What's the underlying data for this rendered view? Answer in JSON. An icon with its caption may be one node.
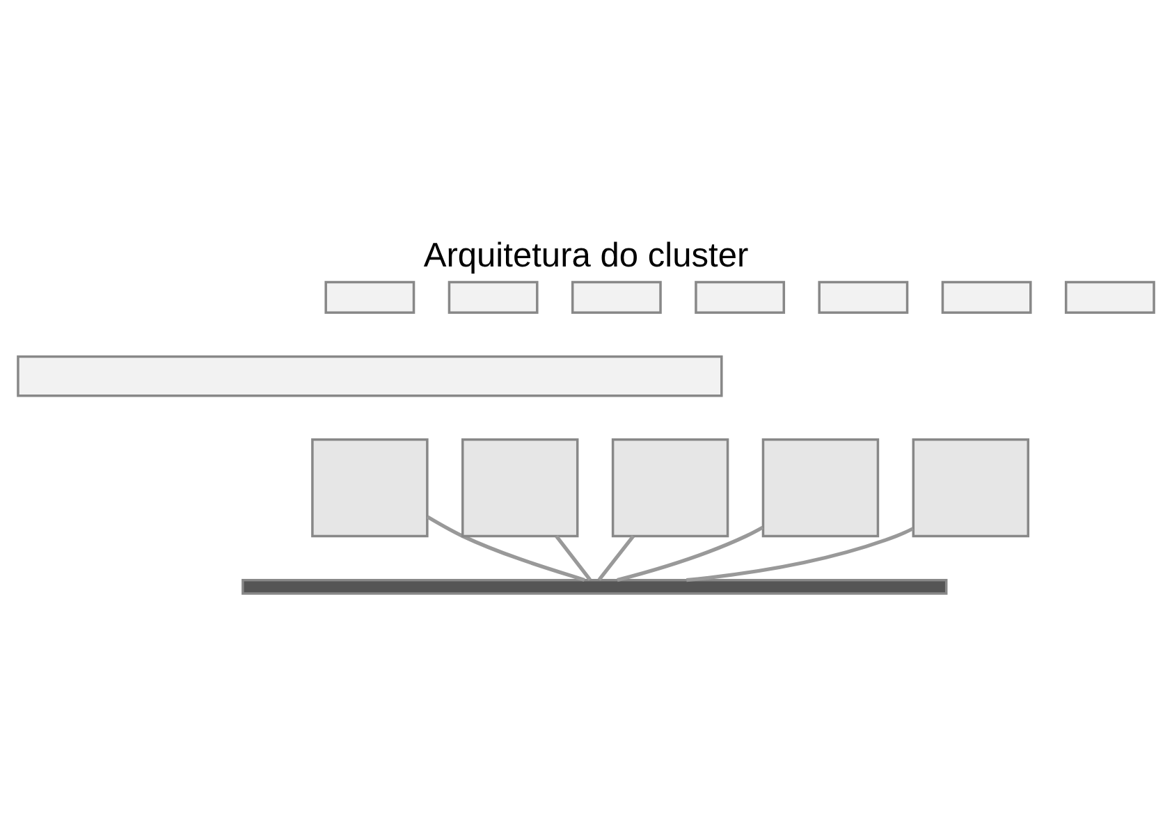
{
  "diagram": {
    "title": "Arquitetura do cluster",
    "nodes": [
      {
        "text": [],
        "shape": "box"
      },
      {
        "text": [],
        "shape": "box"
      },
      {
        "text": [],
        "shape": "box"
      },
      {
        "text": [],
        "shape": "box"
      },
      {
        "text": [],
        "shape": "box"
      },
      {
        "text": [],
        "shape": "box"
      },
      {
        "text": [],
        "shape": "box"
      },
      {
        "text": [],
        "shape": "box"
      },
      {
        "text": [],
        "shape": "box"
      },
      {
        "text": [],
        "shape": "box"
      },
      {
        "text": [],
        "shape": "box"
      },
      {
        "text": [],
        "shape": "box"
      },
      {
        "text": [],
        "shape": "box"
      },
      {
        "text": [],
        "shape": "bar"
      }
    ],
    "edges": [
      {
        "from": 8,
        "to": 13,
        "arrow": "none"
      },
      {
        "from": 9,
        "to": 13,
        "arrow": "none"
      },
      {
        "from": 10,
        "to": 13,
        "arrow": "none"
      },
      {
        "from": 11,
        "to": 13,
        "arrow": "none"
      },
      {
        "from": 12,
        "to": 13,
        "arrow": "none"
      }
    ]
  }
}
